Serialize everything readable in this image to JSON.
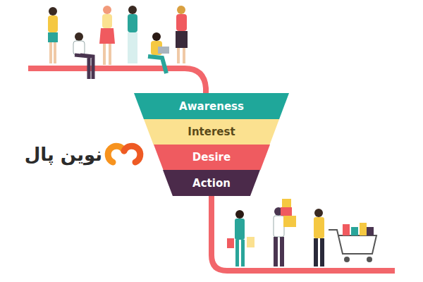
{
  "diagram": {
    "nodes": [
      {
        "text": [
          "Awareness"
        ]
      },
      {
        "text": [
          "Interest"
        ]
      },
      {
        "text": [
          "Desire"
        ]
      },
      {
        "text": [
          "Action"
        ]
      }
    ],
    "labels": [
      "نوین پال"
    ]
  }
}
